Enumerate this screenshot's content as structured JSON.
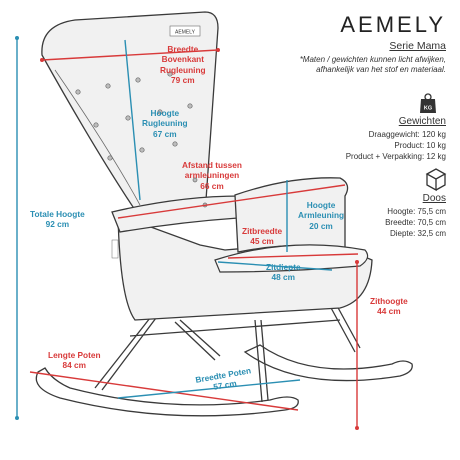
{
  "brand": "AEMELY",
  "series": "Serie Mama",
  "note": "*Maten / gewichten kunnen licht afwijken, afhankelijk van het stof en materiaal.",
  "weights": {
    "heading": "Gewichten",
    "icon": "weight-kg-icon",
    "icon_text": "KG",
    "rows": [
      "Draaggewicht: 120 kg",
      "Product: 10 kg",
      "Product + Verpakking: 12 kg"
    ]
  },
  "box": {
    "heading": "Doos",
    "icon": "box-icon",
    "rows": [
      "Hoogte: 75,5 cm",
      "Breedte: 70,5 cm",
      "Diepte: 32,5 cm"
    ]
  },
  "chair_label": "AEMELY",
  "measurements": [
    {
      "id": "breedte-bovenkant",
      "color": "#d83a3a",
      "lines": [
        "Breedte",
        "Bovenkant",
        "Rugleuning",
        "79 cm"
      ]
    },
    {
      "id": "hoogte-rugleuning",
      "color": "#2b8fb3",
      "lines": [
        "Hoogte",
        "Rugleuning",
        "67 cm"
      ]
    },
    {
      "id": "afstand-armleuningen",
      "color": "#d83a3a",
      "lines": [
        "Afstand tussen",
        "armleuningen",
        "66 cm"
      ]
    },
    {
      "id": "zitbreedte",
      "color": "#d83a3a",
      "lines": [
        "Zitbreedte",
        "45 cm"
      ]
    },
    {
      "id": "hoogte-armleuning",
      "color": "#2b8fb3",
      "lines": [
        "Hoogte",
        "Armleuning",
        "20 cm"
      ]
    },
    {
      "id": "zitdiepte",
      "color": "#2b8fb3",
      "lines": [
        "Zitdiepte",
        "48 cm"
      ]
    },
    {
      "id": "totale-hoogte",
      "color": "#2b8fb3",
      "lines": [
        "Totale Hoogte",
        "92 cm"
      ]
    },
    {
      "id": "zithoogte",
      "color": "#d83a3a",
      "lines": [
        "Zithoogte",
        "44 cm"
      ]
    },
    {
      "id": "lengte-poten",
      "color": "#d83a3a",
      "lines": [
        "Lengte Poten",
        "84 cm"
      ]
    },
    {
      "id": "breedte-poten",
      "color": "#2b8fb3",
      "lines": [
        "Breedte Poten",
        "57 cm"
      ]
    }
  ],
  "colors": {
    "red": "#d83a3a",
    "teal": "#2b8fb3",
    "outline": "#3a3a3a",
    "fabric": "#f1f1f1"
  }
}
